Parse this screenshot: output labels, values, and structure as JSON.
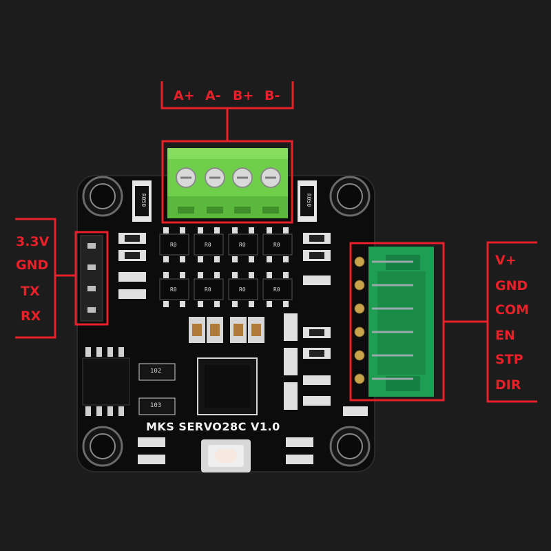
{
  "board": {
    "title": "MKS SERVO28C V1.0",
    "colors": {
      "pcb": "#0c0c0c",
      "accent": "#e8202a",
      "terminal": "#6fcf4a",
      "connector": "#1e9e52"
    }
  },
  "motor_terminal": {
    "labels": [
      "A+",
      "A-",
      "B+",
      "B-"
    ]
  },
  "uart_header": {
    "labels": [
      "3.3V",
      "GND",
      "TX",
      "RX"
    ]
  },
  "control_connector": {
    "labels": [
      "V+",
      "GND",
      "COM",
      "EN",
      "STP",
      "DIR"
    ]
  },
  "components": {
    "resistor_left": "R050",
    "resistor_right": "R050",
    "chip_102": "102",
    "chip_103": "103",
    "mosfet_label": "R0"
  }
}
